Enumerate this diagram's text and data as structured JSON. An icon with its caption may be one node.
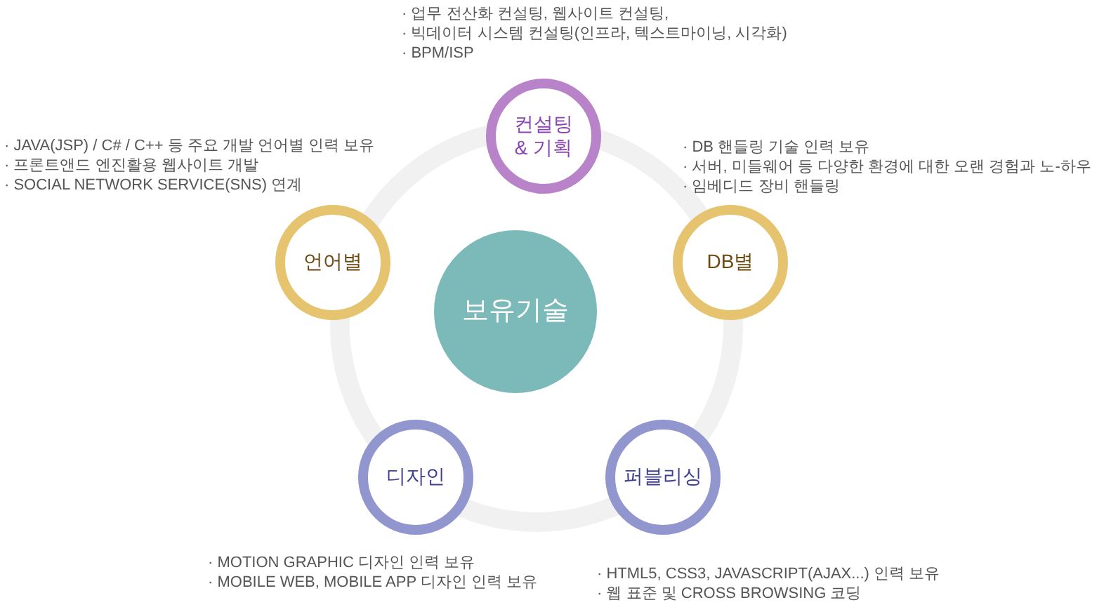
{
  "diagram": {
    "nodes": [
      {
        "text": [
          "컨설팅 & 기획"
        ],
        "beside": [
          "· 업무 전산화 컨설팅, 웹사이트 컨설팅,",
          "· 빅데이터 시스템 컨설팅(인프라, 텍스트마이닝, 시각화)",
          "· BPM/ISP"
        ]
      },
      {
        "text": [
          "언어별"
        ],
        "beside": [
          "· JAVA(JSP) / C# / C++ 등 주요 개발 언어별 인력 보유",
          "· 프론트앤드 엔진활용 웹사이트 개발",
          "· SOCIAL NETWORK SERVICE(SNS) 연계"
        ]
      },
      {
        "text": [
          "보유기술"
        ]
      },
      {
        "text": [
          "DB별"
        ],
        "beside": [
          "· DB 핸들링 기술 인력 보유",
          "· 서버, 미들웨어 등 다양한 환경에 대한 오랜 경험과 노-하우",
          "· 임베디드 장비 핸들링"
        ]
      },
      {
        "text": [
          "디자인"
        ],
        "beside": [
          "· MOTION GRAPHIC 디자인 인력 보유",
          "· MOBILE WEB, MOBILE APP 디자인 인력 보유"
        ]
      },
      {
        "text": [
          "퍼블리싱"
        ],
        "beside": [
          "· HTML5, CSS3, JAVASCRIPT(AJAX...) 인력 보유",
          "· 웹 표준 및 CROSS BROWSING 코딩"
        ]
      }
    ]
  }
}
